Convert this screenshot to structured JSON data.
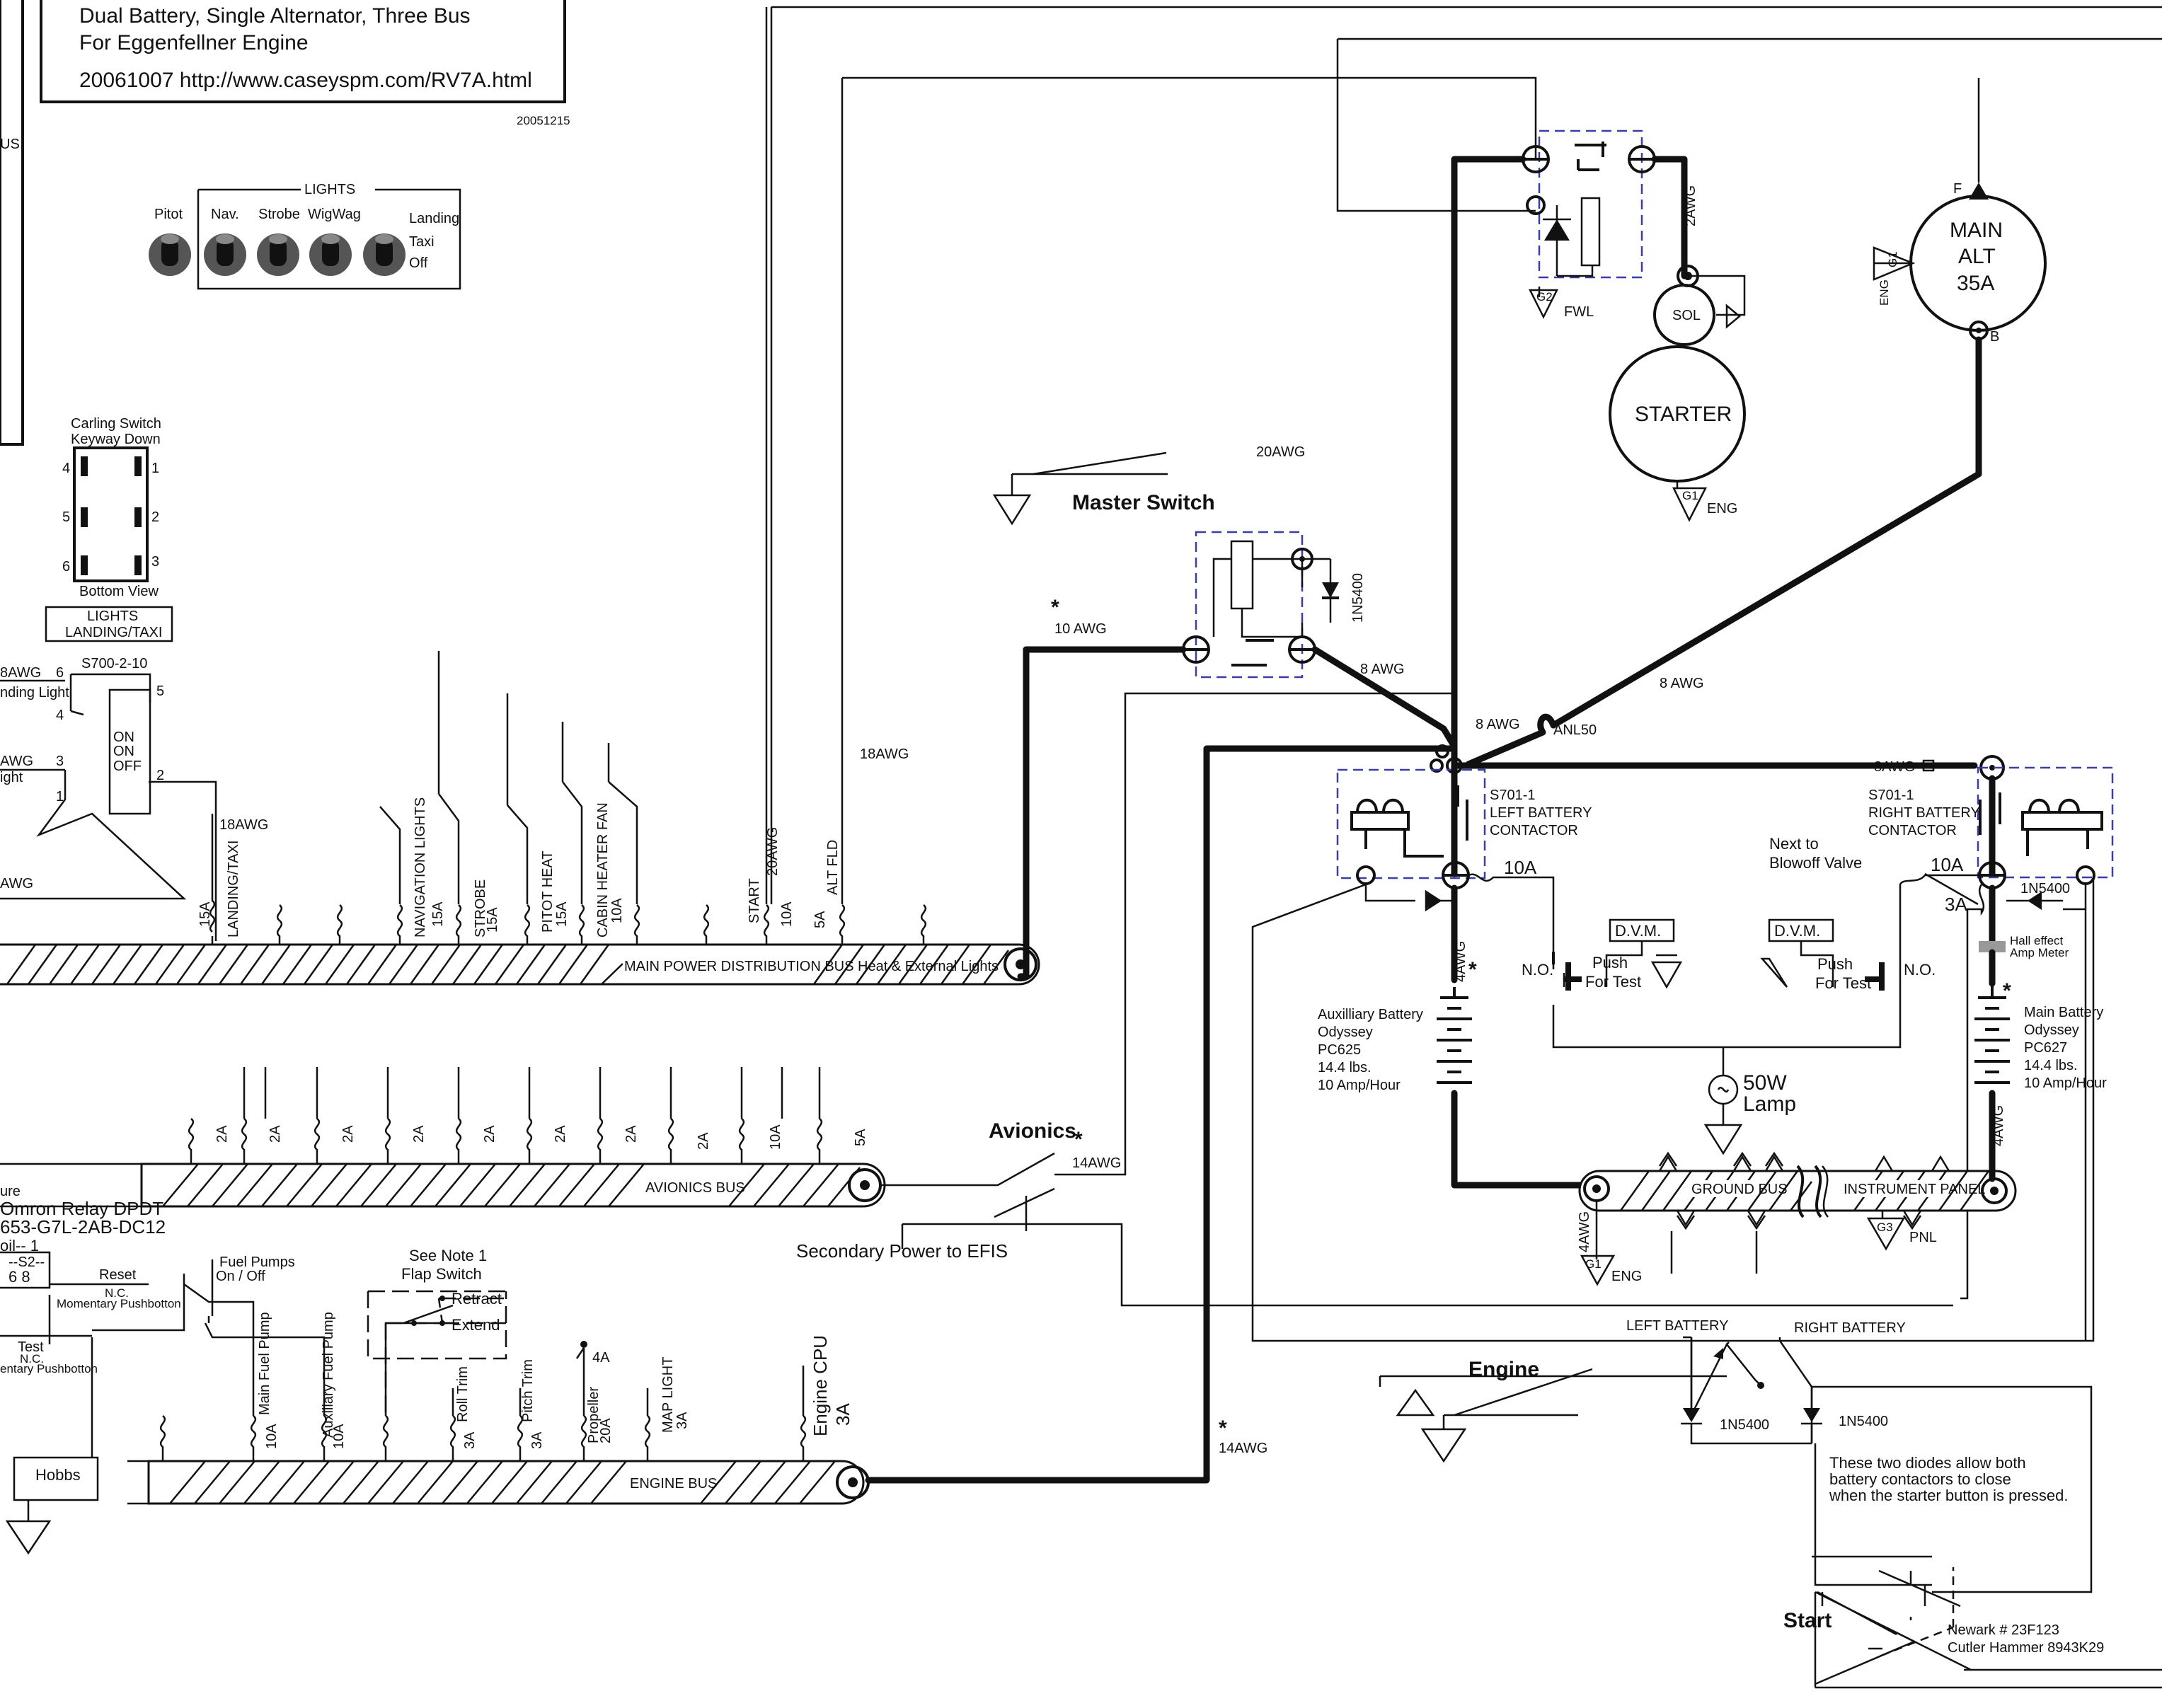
{
  "title_block": {
    "line1": "Dual Battery, Single Alternator, Three Bus",
    "line2": "For Eggenfellner Engine",
    "line3": "20061007  http://www.caseyspm.com/RV7A.html",
    "stamp": "20051215"
  },
  "lights_panel": {
    "header": "LIGHTS",
    "switches": [
      "Pitot",
      "Nav.",
      "Strobe",
      "WigWag"
    ],
    "positions": [
      "Landing",
      "Taxi",
      "Off"
    ]
  },
  "carling": {
    "title1": "Carling Switch",
    "title2": "Keyway Down",
    "pins_left": [
      "4",
      "5",
      "6"
    ],
    "pins_right": [
      "1",
      "2",
      "3"
    ],
    "bottom": "Bottom View",
    "label1": "LIGHTS",
    "label2": "LANDING/TAXI"
  },
  "switch_s700": {
    "part": "S700-2-10",
    "pins": [
      "6",
      "5",
      "4",
      "3",
      "1",
      "2"
    ],
    "positions": [
      "ON",
      "ON",
      "OFF"
    ],
    "wire_a": "8AWG",
    "wire_a_label": "nding Light",
    "wire_b": "AWG",
    "wire_b_label": "ight",
    "wire_c": "AWG",
    "wire_d": "18AWG"
  },
  "main_bus": {
    "label": "MAIN POWER DISTRIBUTION BUS  Heat & External Lights",
    "breakers": [
      {
        "name": "LANDING/TAXI",
        "amps": "15A"
      },
      {
        "name": "NAVIGATION  LIGHTS",
        "amps": "15A"
      },
      {
        "name": "STROBE",
        "amps": "15A"
      },
      {
        "name": "PITOT HEAT",
        "amps": "15A"
      },
      {
        "name": "CABIN HEATER FAN",
        "amps": "10A"
      },
      {
        "name": "START",
        "amps": "10A"
      },
      {
        "name": "ALT FLD",
        "amps": "5A"
      }
    ],
    "wire_start": "20AWG",
    "wire_altfld": "18AWG"
  },
  "avionics_bus": {
    "label": "AVIONICS BUS",
    "amps": [
      "2A",
      "2A",
      "2A",
      "2A",
      "2A",
      "2A",
      "2A",
      "2A",
      "10A",
      "5A"
    ],
    "switch_label": "Avionics",
    "wire": "14AWG",
    "secondary": "Secondary Power to EFIS"
  },
  "engine_bus": {
    "label": "ENGINE BUS",
    "breakers": [
      {
        "name": "Main Fuel Pump",
        "amps": "10A"
      },
      {
        "name": "Auxiliary Fuel Pump",
        "amps": "10A"
      },
      {
        "name": "Roll Trim",
        "amps": "3A"
      },
      {
        "name": "Pitch Trim",
        "amps": "3A"
      },
      {
        "name": "Propeller",
        "amps": "20A"
      },
      {
        "name": "MAP LIGHT",
        "amps": "3A"
      },
      {
        "name": "Engine CPU",
        "amps": "3A"
      }
    ],
    "prop_aux": "4A",
    "wire": "14AWG",
    "hobbs": "Hobbs"
  },
  "relay_block": {
    "l1": "ure",
    "l2": "Omron Relay DPDT",
    "l3": "653-G7L-2AB-DC12",
    "l4": "oil-- 1",
    "l5": "--S2--",
    "l6": "6   8",
    "reset": "Reset",
    "nc": "N.C.",
    "mom": "Momentary Pushbotton",
    "test": "Test",
    "nc2": "N.C.",
    "mom2": "entary Pushbotton",
    "fuel1": "Fuel Pumps",
    "fuel2": "On / Off"
  },
  "flap": {
    "note": "See Note 1",
    "title": "Flap Switch",
    "retract": "Retract",
    "extend": "Extend"
  },
  "master": {
    "label": "Master Switch",
    "wire_top": "20AWG",
    "diode": "1N5400",
    "wire_10": "10 AWG",
    "wire_8a": "8 AWG",
    "wire_8b": "8 AWG",
    "wire_8c": "8 AWG"
  },
  "starter": {
    "wire": "2AWG",
    "sol": "SOL",
    "label": "STARTER",
    "g2": "G2",
    "fwl": "FWL",
    "g1": "G1",
    "eng": "ENG"
  },
  "alternator": {
    "l1": "MAIN",
    "l2": "ALT",
    "l3": "35A",
    "f": "F",
    "b": "B",
    "g1": "G1",
    "eng": "ENG",
    "anl": "ANL50"
  },
  "left_contactor": {
    "part": "S701-1",
    "l1": "LEFT BATTERY",
    "l2": "CONTACTOR",
    "fuse": "10A",
    "wire": "4AWG"
  },
  "right_contactor": {
    "part": "S701-1",
    "l1": "RIGHT BATTERY",
    "l2": "CONTACTOR",
    "fuse": "10A",
    "fuse2": "3A",
    "diode": "1N5400",
    "wire": "8AWG",
    "next1": "Next to",
    "next2": "Blowoff Valve",
    "hall1": "Hall effect",
    "hall2": "Amp Meter",
    "wire_b": "4AWG"
  },
  "aux_battery": {
    "l1": "Auxilliary Battery",
    "l2": "Odyssey",
    "l3": "PC625",
    "l4": "14.4 lbs.",
    "l5": "10 Amp/Hour"
  },
  "main_battery": {
    "l1": "Main Battery",
    "l2": "Odyssey",
    "l3": "PC627",
    "l4": "14.4 lbs.",
    "l5": "10 Amp/Hour"
  },
  "test_circuit": {
    "dvm": "D.V.M.",
    "no": "N.O.",
    "push1": "Push",
    "push2": "For Test",
    "lamp1": "50W",
    "lamp2": "Lamp"
  },
  "ground": {
    "gbus": "GROUND BUS",
    "ipanel": "INSTRUMENT PANEL",
    "g3": "G3",
    "pnl": "PNL",
    "g1": "G1",
    "eng": "ENG",
    "wire": "4AWG"
  },
  "start_circuit": {
    "left": "LEFT BATTERY",
    "right": "RIGHT BATTERY",
    "engine": "Engine",
    "d1": "1N5400",
    "d2": "1N5400",
    "note1": "These two diodes allow both",
    "note2": "battery contactors to close",
    "note3": "when the starter button is pressed.",
    "start": "Start",
    "part1": "Newark # 23F123",
    "part2": "Cutler Hammer 8943K29"
  },
  "misc": {
    "star": "*",
    "us": "US"
  }
}
